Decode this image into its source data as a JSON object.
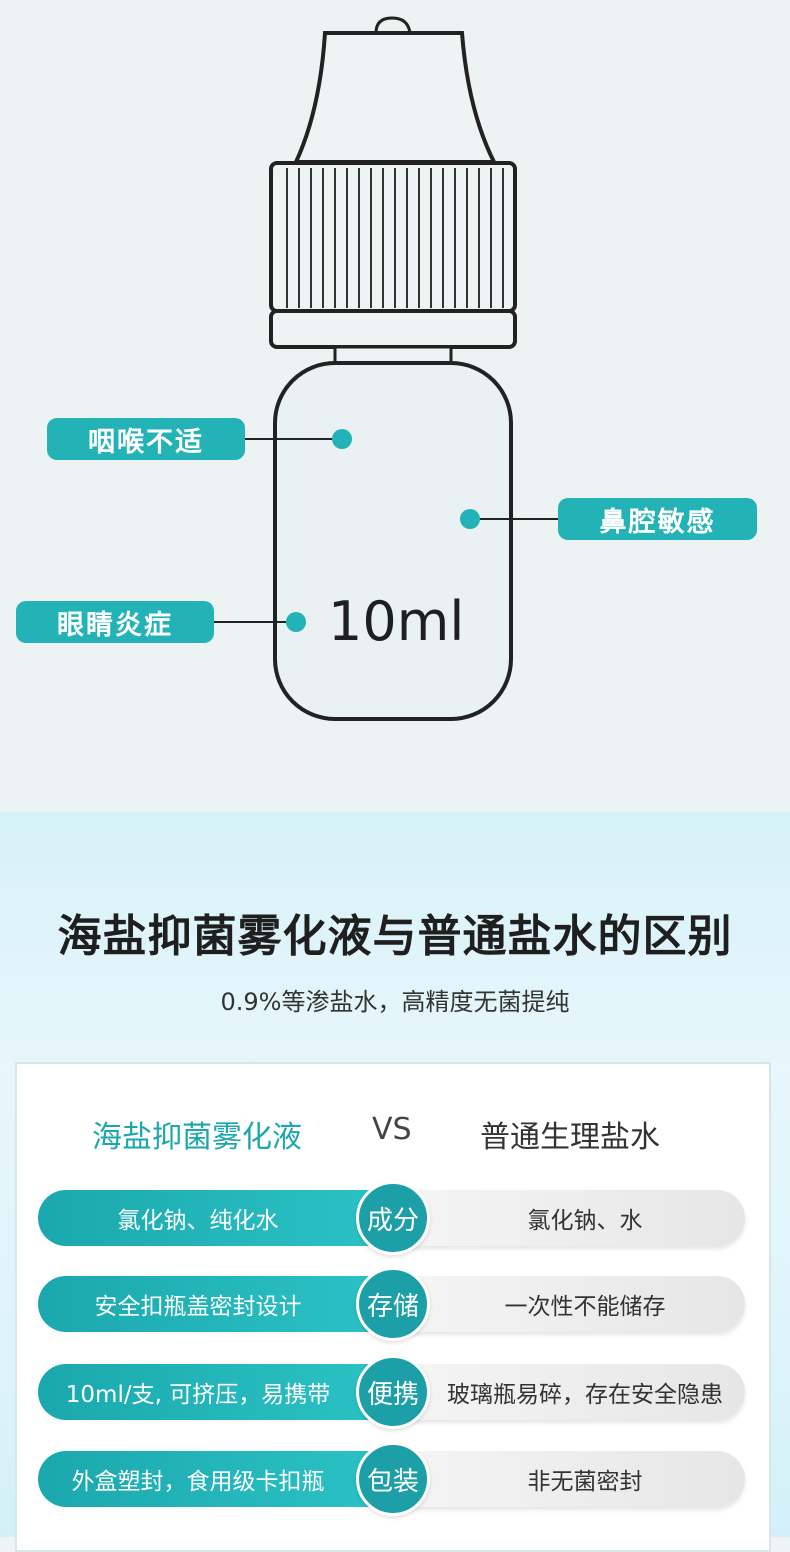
{
  "illustration": {
    "bottle_volume": "10ml",
    "labels": {
      "throat": "咽喉不适",
      "nose": "鼻腔敏感",
      "eyes": "眼睛炎症"
    },
    "accent_color": "#23b3b7"
  },
  "heading": {
    "title": "海盐抑菌雾化液与普通盐水的区别",
    "subtitle": "0.9%等渗盐水，高精度无菌提纯"
  },
  "comparison": {
    "left_header": "海盐抑菌雾化液",
    "vs": "VS",
    "right_header": "普通生理盐水",
    "rows": [
      {
        "left": "氯化钠、纯化水",
        "center": "成分",
        "right": "氯化钠、水"
      },
      {
        "left": "安全扣瓶盖密封设计",
        "center": "存储",
        "right": "一次性不能储存"
      },
      {
        "left": "10ml/支, 可挤压，易携带",
        "center": "便携",
        "right": "玻璃瓶易碎，存在安全隐患"
      },
      {
        "left": "外盒塑封，食用级卡扣瓶",
        "center": "包装",
        "right": "非无菌密封"
      }
    ]
  }
}
